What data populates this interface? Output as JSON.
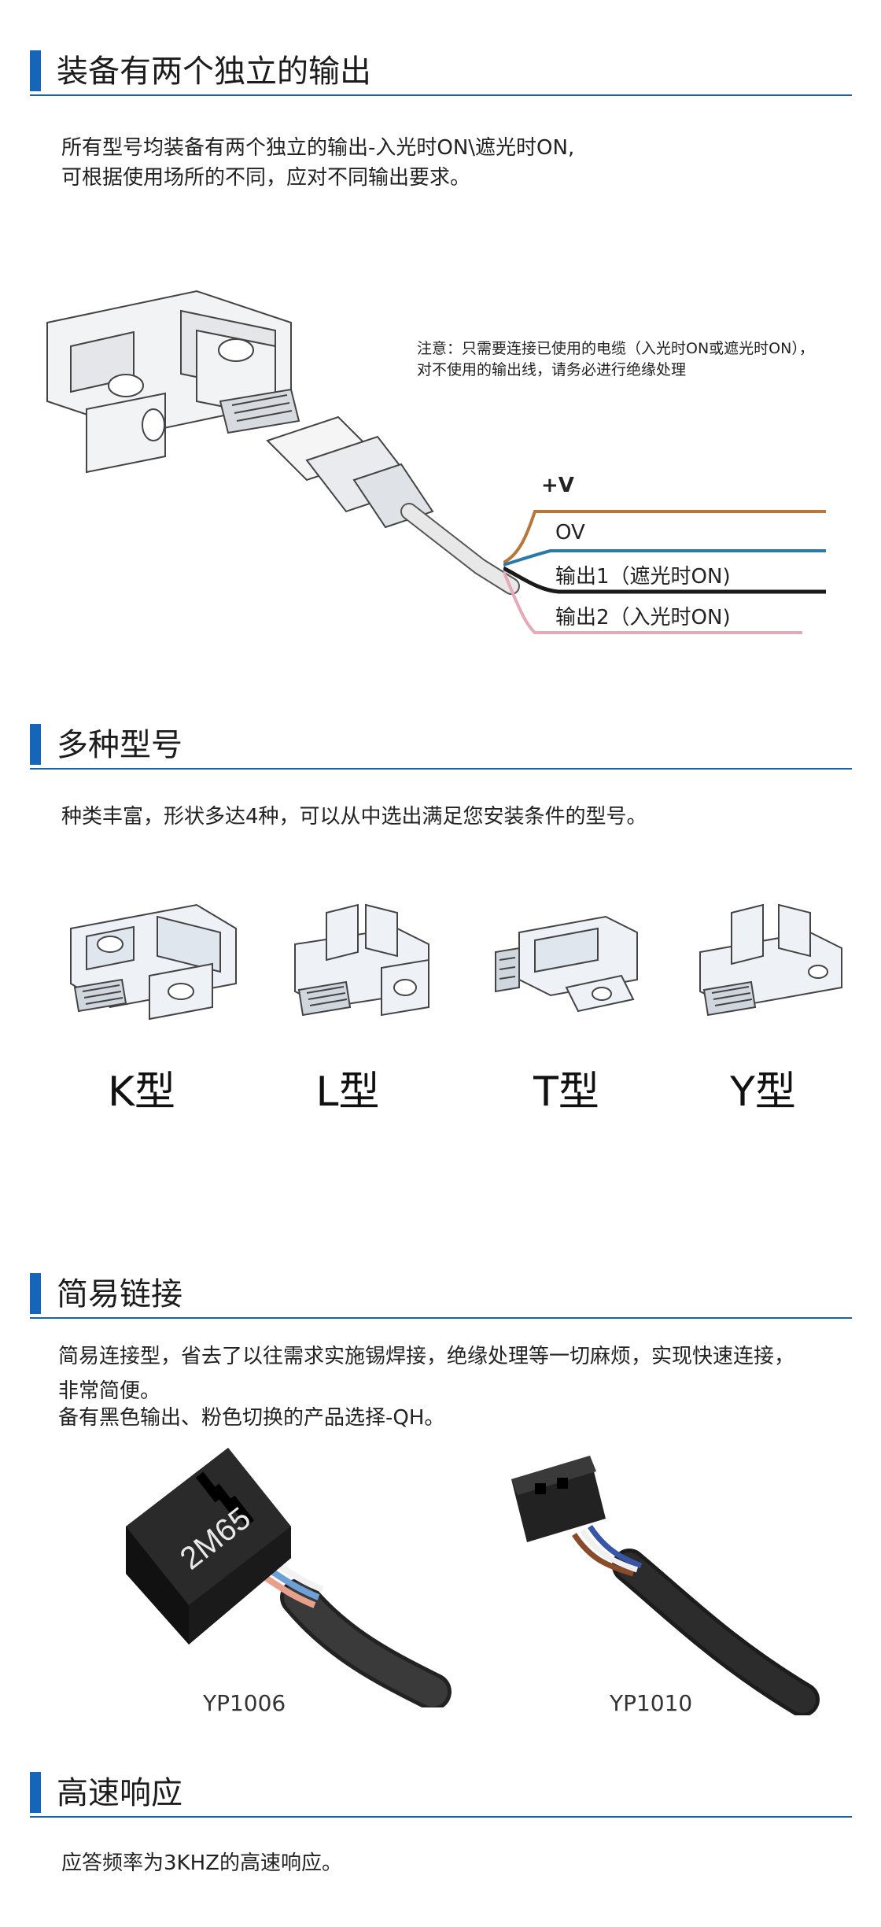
{
  "section1": {
    "title": "装备有两个独立的输出",
    "desc_line1": "所有型号均装备有两个独立的输出-入光时ON\\遮光时ON,",
    "desc_line2": "可根据使用场所的不同，应对不同输出要求。",
    "note_line1": "注意：只需要连接已使用的电缆（入光时ON或遮光时ON），",
    "note_line2": "对不使用的输出线，请务必进行绝缘处理",
    "wires": [
      {
        "label": "+V",
        "color": "#b7773a"
      },
      {
        "label": "OV",
        "color": "#2a79a8"
      },
      {
        "label": "输出1（遮光时ON)",
        "color": "#1a1a1a"
      },
      {
        "label": "输出2（入光时ON)",
        "color": "#e6a9b8"
      }
    ]
  },
  "section2": {
    "title": "多种型号",
    "desc": "种类丰富，形状多达4种，可以从中选出满足您安装条件的型号。",
    "types": [
      "K型",
      "L型",
      "T型",
      "Y型"
    ]
  },
  "section3": {
    "title": "简易链接",
    "desc_line1": "简易连接型，省去了以往需求实施锡焊接，绝缘处理等一切麻烦，实现快速连接，",
    "desc_line2": "非常简便。",
    "desc_line3": "备有黑色输出、粉色切换的产品选择-QH。",
    "connector1_label": "2M65",
    "photo1_caption": "YP1006",
    "photo2_caption": "YP1010"
  },
  "section4": {
    "title": "高速响应",
    "desc": "应答频率为3KHZ的高速响应。"
  }
}
